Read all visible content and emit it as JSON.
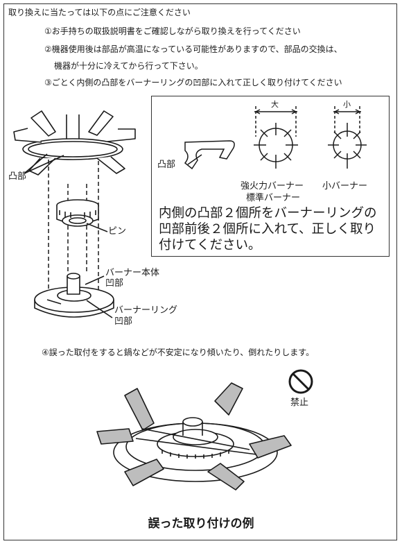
{
  "header": {
    "title": "取り換えに当たっては以下の点にご注意ください",
    "item1": "①お手持ちの取扱説明書をご確認しながら取り換えを行ってください",
    "item2a": "②機器使用後は部品が高温になっている可能性がありますので、部品の交換は、",
    "item2b": "機器が十分に冷えてから行って下さい。",
    "item3": "③ごとく内側の凸部をバーナーリングの凹部に入れて正しく取り付けてください"
  },
  "labels": {
    "convex": "凸部",
    "pin": "ピン",
    "burner_body": "バーナー本体",
    "burner_body_concave": "凹部",
    "burner_ring": "バーナーリング",
    "burner_ring_concave": "凹部"
  },
  "callout": {
    "convex_label": "凸部",
    "size_large": "大",
    "size_small": "小",
    "strong_burner_line1": "強火力バーナー",
    "strong_burner_line2": "標準バーナー",
    "small_burner": "小バーナー",
    "instruction": "内側の凸部２個所をバーナーリングの凹部前後２個所に入れて、正しく取り付けてください。"
  },
  "warning": {
    "item4": "④誤った取付をすると鍋などが不安定になり傾いたり、倒れたりします。",
    "prohibited": "禁止",
    "prohibited_icon": "prohibited-icon"
  },
  "footer": {
    "caption": "誤った取り付けの例"
  },
  "colors": {
    "line": "#1a1a1a",
    "grate_fill": "#bdbdbd",
    "frame": "#333333"
  }
}
